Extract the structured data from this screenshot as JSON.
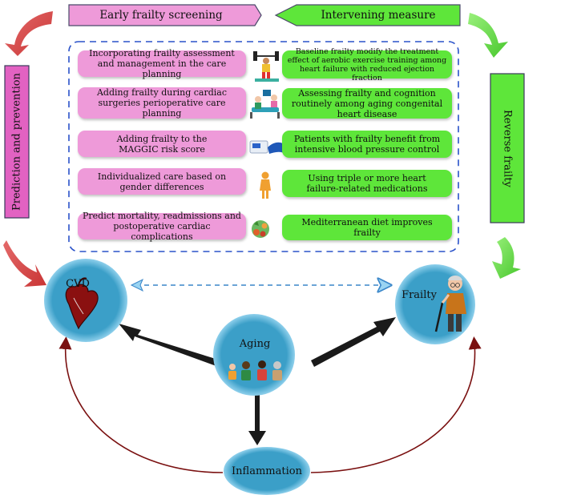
{
  "header": {
    "left_title": "Early frailty screening",
    "right_title": "Intervening measure"
  },
  "side_labels": {
    "left": "Prediction and prevention",
    "right": "Reverse frailty"
  },
  "screening_items": [
    {
      "text": "Incorporating frailty assessment and management in the care planning",
      "icon": "weightlifter-icon"
    },
    {
      "text": "Adding frailty during cardiac surgeries perioperative care planning",
      "icon": "surgery-team-icon"
    },
    {
      "text": "Adding frailty to the MAGGIC risk score",
      "icon": "blood-pressure-monitor-icon"
    },
    {
      "text": "Individualized care based on gender differences",
      "icon": "woman-icon"
    },
    {
      "text": "Predict mortality, readmissions and postoperative cardiac complications",
      "icon": "vegetables-bowl-icon"
    }
  ],
  "intervention_items": [
    {
      "text": "Baseline frailty modify the treatment effect of aerobic exercise training among heart failure with reduced ejection fraction"
    },
    {
      "text": "Assessing frailty and cognition routinely among aging congenital heart disease"
    },
    {
      "text": "Patients with frailty benefit from intensive blood pressure control"
    },
    {
      "text": "Using triple or more heart failure-related medications"
    },
    {
      "text": "Mediterranean diet improves frailty"
    }
  ],
  "nodes": {
    "cvd": "CVD",
    "frailty": "Frailty",
    "aging": "Aging",
    "inflammation": "Inflammation"
  },
  "icons": {
    "cvd": "heart-icon",
    "frailty": "elderly-man-with-cane-icon",
    "aging": "family-group-icon"
  },
  "colors": {
    "pink_box": "#ee9ad9",
    "green_box": "#5ee63a",
    "node_fill": "#3b9fc8",
    "dashed_border": "#2a52c9",
    "red_arrow": "#d94a4a",
    "green_arrow": "#5ed33e",
    "curve_arrow": "#7a1010",
    "black_arrow": "#1a1a1a"
  }
}
